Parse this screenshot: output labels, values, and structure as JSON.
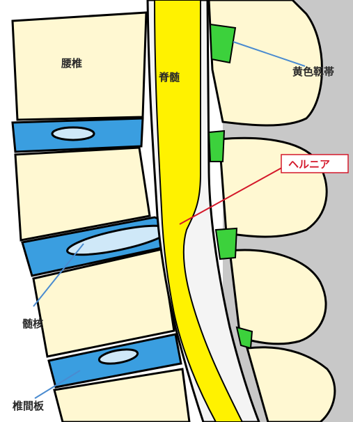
{
  "labels": {
    "lumbar_vertebra": "腰椎",
    "spinal_cord": "脊髄",
    "ligamentum_flavum": "黄色靱帯",
    "hernia": "ヘルニア",
    "nucleus_pulposus": "髄核",
    "intervertebral_disc": "椎間板"
  },
  "colors": {
    "bone": "#fff8d2",
    "disc": "#3a9ee0",
    "nucleus": "#cfe8f8",
    "cord": "#fff200",
    "ligament": "#3cd13c",
    "background": "#c8c8c8",
    "leader_line": "#4a8bd0",
    "hernia_line": "#d4182a"
  }
}
